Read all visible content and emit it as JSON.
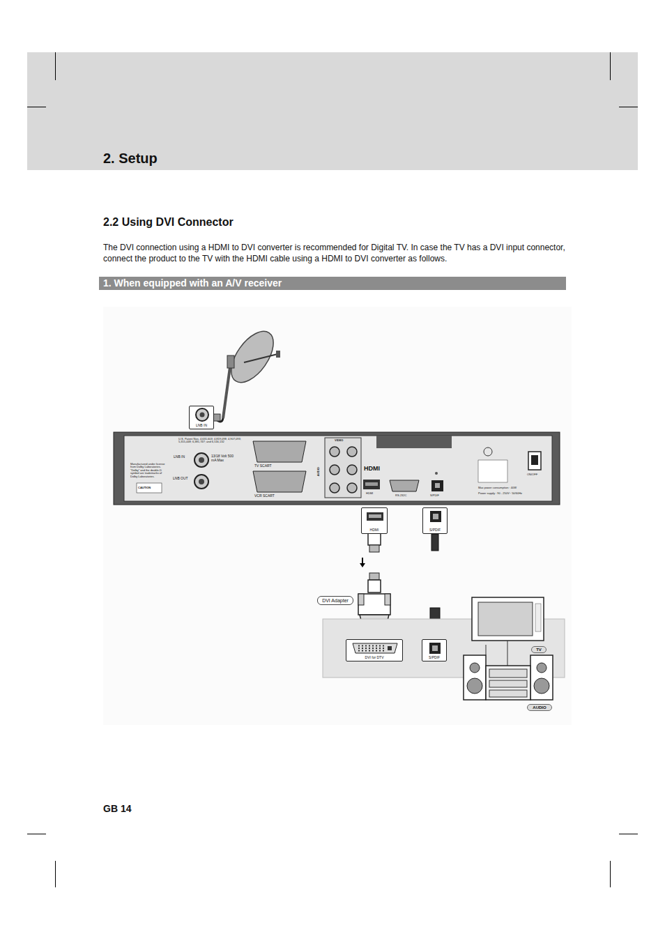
{
  "diagram": {
    "title": "2. Setup",
    "nodes": [
      {
        "text": [
          "1. When equipped with an A/V receiver"
        ]
      },
      {
        "text": [
          "LNB IN"
        ]
      },
      {
        "text": [
          "HDMI"
        ]
      },
      {
        "text": [
          "S/PDIF"
        ]
      },
      {
        "text": [
          "DVI Adapter"
        ]
      },
      {
        "text": [
          "DVI for DTV"
        ]
      },
      {
        "text": [
          "S/PDIF"
        ]
      },
      {
        "text": [
          "TV"
        ]
      },
      {
        "text": [
          "AUDIO"
        ]
      }
    ],
    "edges": [
      {
        "from": 2,
        "to": 5,
        "arrow": "none"
      },
      {
        "from": 3,
        "to": 6,
        "arrow": "none"
      }
    ],
    "labels": [
      "2.2 Using DVI Connector",
      "The DVI connection using a HDMI to DVI converter is recommended for Digital TV. In case the TV has a DVI input connector, connect the product to the TV with the HDMI cable using a HDMI to DVI converter as follows.",
      "LNB IN",
      "LNB OUT",
      "13/18 Volt 500 mA Max",
      "Manufactured under license from Dolby Laboratories. \"Dolby\" and the double-D symbol are trademarks of Dolby Laboratories.",
      "CAUTION",
      "U.S. Patent Nos. 4,631,603; 4,819,098; 4,907,093; 5,315,448; 6,381,747; and 6,516,132",
      "TV SCART",
      "VCR SCART",
      "VIDEO",
      "AUDIO",
      "HDMI",
      "HDMI",
      "RS-232C",
      "S/PDIF",
      "ON/OFF",
      "Max power consumption : 40W",
      "Power supply : 90 - 250V~ 50/60Hz",
      "GB 14"
    ]
  }
}
